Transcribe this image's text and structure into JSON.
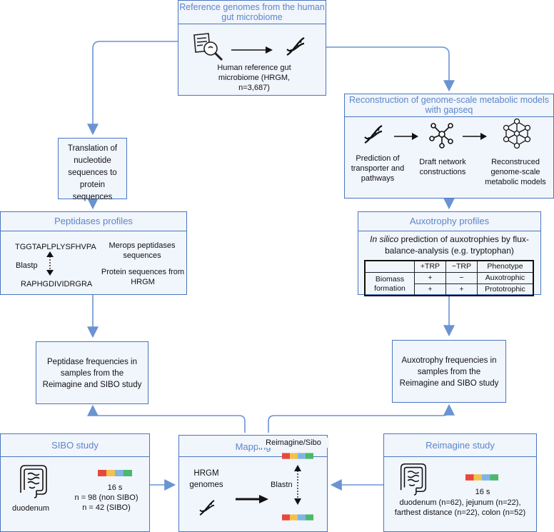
{
  "reference": {
    "title": "Reference genomes from the human gut microbiome",
    "caption": "Human reference gut microbiome (HRGM, n=3,687)"
  },
  "reconstruction": {
    "title": "Reconstruction of genome-scale metabolic models with gapseq",
    "steps": [
      "Prediction of transporter and pathways",
      "Draft network constructions",
      "Reconstruced genome-scale metabolic models"
    ]
  },
  "translation": {
    "text": "Translation of nucleotide sequences to protein sequences"
  },
  "peptidases": {
    "title": "Peptidases profiles",
    "seq1": "TGGTAPLPLYSFHVPA",
    "seq2": "RAPHGDIVIDRGRA",
    "tool": "Blastp",
    "label1": "Merops peptidases sequences",
    "label2": "Protein sequences from HRGM"
  },
  "auxotrophy": {
    "title": "Auxotrophy profiles",
    "desc_italic": "In silico",
    "desc_rest": " prediction of auxotrophies by flux-balance-analysis (e.g. tryptophan)",
    "table": {
      "headers": [
        "",
        "+TRP",
        "−TRP",
        "Phenotype"
      ],
      "row_label": "Biomass formation",
      "rows": [
        [
          "+",
          "−",
          "Auxotrophic"
        ],
        [
          "+",
          "+",
          "Prototrophic"
        ]
      ]
    }
  },
  "peptidase_freq": {
    "text": "Peptidase frequencies in samples from the Reimagine and SIBO study"
  },
  "auxotrophy_freq": {
    "text": "Auxotrophy frequencies in samples from the Reimagine and SIBO study"
  },
  "sibo": {
    "title": "SIBO study",
    "organ": "duodenum",
    "seq": "16 s",
    "n1": "n = 98 (non SIBO)",
    "n2": "n = 42 (SIBO)"
  },
  "mapping": {
    "title": "Mapping",
    "left": "HRGM genomes",
    "top": "Reimagine/Sibo",
    "tool": "Blastn"
  },
  "reimagine": {
    "title": "Reimagine study",
    "seq": "16 s",
    "caption": "duodenum (n=62), jejunum (n=22), farthest distance (n=22), colon (n=52)"
  },
  "colors": {
    "border": "#4a76bf",
    "title": "#5b86c9",
    "fill": "#f1f5fc",
    "arrow": "#6a93d2",
    "bar": [
      "#e8483c",
      "#f2c14e",
      "#7fb4e3",
      "#4cb86a"
    ]
  }
}
